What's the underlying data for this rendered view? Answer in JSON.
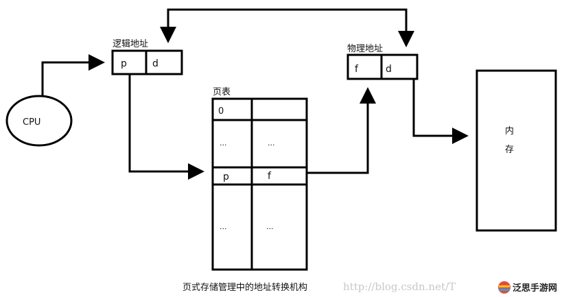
{
  "cpu": {
    "label": "CPU"
  },
  "logical_address": {
    "title": "逻辑地址",
    "fields": [
      "p",
      "d"
    ]
  },
  "physical_address": {
    "title": "物理地址",
    "fields": [
      "f",
      "d"
    ]
  },
  "page_table": {
    "title": "页表",
    "rows": [
      [
        "0",
        ""
      ],
      [
        "...",
        "..."
      ],
      [
        "p",
        "f"
      ],
      [
        "...",
        "..."
      ]
    ]
  },
  "memory": {
    "label_line1": "内",
    "label_line2": "存"
  },
  "caption": "页式存储管理中的地址转换机构",
  "watermark": "http://blog.csdn.net/T",
  "logo": {
    "text": "泛思手游网"
  },
  "colors": {
    "stroke": "#000000",
    "watermark": "#c8c8c8"
  }
}
